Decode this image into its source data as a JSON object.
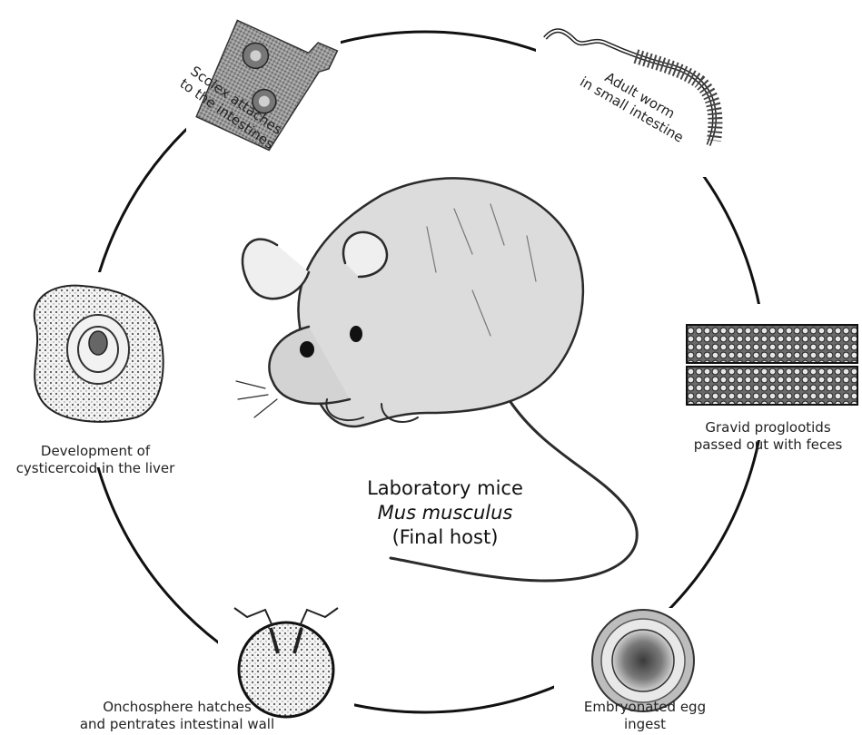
{
  "center": {
    "line1": "Laboratory mice",
    "line2": "Mus musculus",
    "line3": "(Final host)"
  },
  "stages": {
    "scolex": {
      "line1": "Scolex attaches",
      "line2": "to the intestines"
    },
    "adult": {
      "line1": "Adult worm",
      "line2": "in small intestine"
    },
    "gravid": {
      "line1": "Gravid proglootids",
      "line2": "passed out with feces"
    },
    "egg": {
      "line1": "Embryonated egg",
      "line2": "ingest"
    },
    "onchosphere": {
      "line1": "Onchosphere hatches",
      "line2": "and pentrates intestinal wall"
    },
    "cysticercoid": {
      "line1": "Development of",
      "line2": "cysticercoid in the liver"
    }
  }
}
